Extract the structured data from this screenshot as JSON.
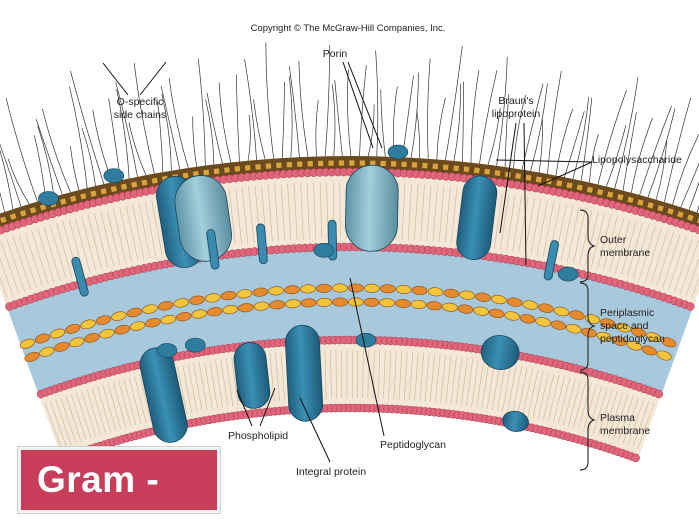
{
  "copyright": "Copyright © The McGraw-Hill Companies, Inc.",
  "labels": {
    "o_specific_line1": "O-specific",
    "o_specific_line2": "side chains",
    "porin": "Porin",
    "brauns_line1": "Braun's",
    "brauns_line2": "lipoprotein",
    "lipopolysaccharide": "Lipopolysaccharide",
    "outer_line1": "Outer",
    "outer_line2": "membrane",
    "peri_line1": "Periplasmic",
    "peri_line2": "space and",
    "peri_line3": "peptidoglycan",
    "plasma_line1": "Plasma",
    "plasma_line2": "membrane",
    "phospholipid": "Phospholipid",
    "peptidoglycan": "Peptidoglycan",
    "integral_protein": "Integral protein"
  },
  "badge": {
    "text": "Gram -"
  },
  "colors": {
    "protein": "#2e7c9e",
    "porin": "#7fb0c0",
    "phospholipid_head": "#e0667c",
    "periplasm": "#a8c9dc",
    "lps_core": "#6b4a1e",
    "peptidoglycan_orange": "#e68a2e",
    "peptidoglycan_yellow": "#f2c53a",
    "badge": "#c73d5a"
  }
}
